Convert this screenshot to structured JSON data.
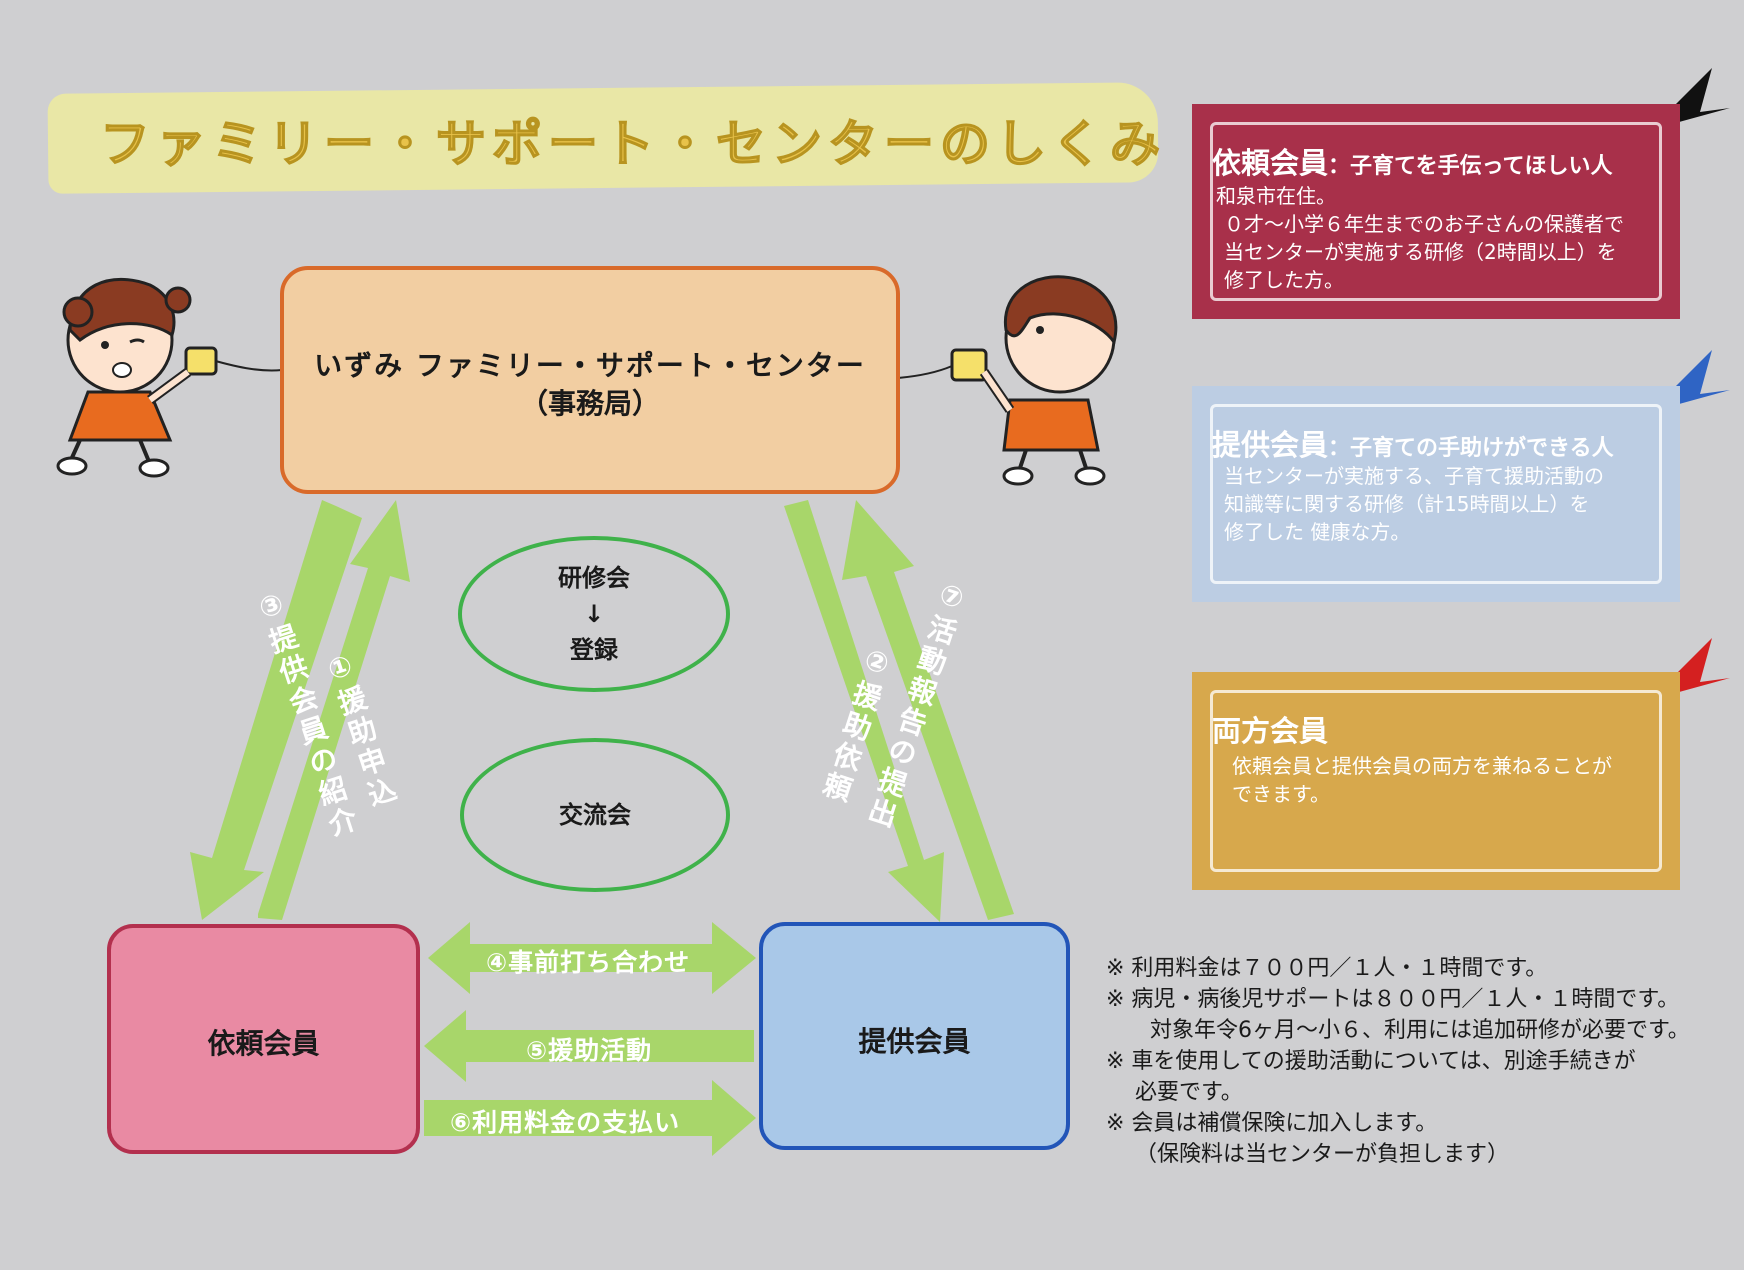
{
  "title": "ファミリー・サポート・センターのしくみ",
  "center": {
    "name": "いずみ ファミリー・サポート・センター",
    "sub": "（事務局）"
  },
  "client_box": {
    "label": "依頼会員"
  },
  "provider_box": {
    "label": "提供会員"
  },
  "ovals": {
    "training": {
      "line1": "研修会",
      "arrow": "↓",
      "line2": "登録"
    },
    "exchange": {
      "label": "交流会"
    }
  },
  "arrows": {
    "a1": "①援助申込",
    "a2": "②援助依頼",
    "a3": "③提供会員の紹介",
    "a4": "④事前打ち合わせ",
    "a5": "⑤援助活動",
    "a6": "⑥利用料金の支払い",
    "a7": "⑦活動報告の提出"
  },
  "panels": {
    "client": {
      "title": "依頼会員",
      "sub": "：子育てを手伝ってほしい人",
      "lines": [
        "和泉市在住。",
        "０才〜小学６年生までのお子さんの保護者で",
        "当センターが実施する研修（2時間以上）を",
        "修了した方。"
      ]
    },
    "provider": {
      "title": "提供会員",
      "sub": "：子育ての手助けができる人",
      "lines": [
        "当センターが実施する、子育て援助活動の",
        "知識等に関する研修（計15時間以上）を",
        "修了した 健康な方。"
      ]
    },
    "both": {
      "title": "両方会員",
      "lines": [
        "依頼会員と提供会員の両方を兼ねることが",
        "できます。"
      ]
    }
  },
  "notes": [
    "※ 利用料金は７００円／１人・１時間です。",
    "※ 病児・病後児サポートは８００円／１人・１時間です。",
    "　　対象年令6ヶ月〜小６、利用には追加研修が必要です。",
    "※ 車を使用しての援助活動については、別途手続きが",
    "　 必要です。",
    "※ 会員は補償保険に加入します。",
    "　 （保険料は当センターが負担します）"
  ],
  "colors": {
    "arrow": "#a8d66a",
    "client_panel": "#a8304a",
    "provider_panel": "#bccde3",
    "both_panel": "#d7a84c",
    "pin_black": "#111111",
    "pin_blue": "#2f64c4",
    "pin_red": "#d42020"
  }
}
